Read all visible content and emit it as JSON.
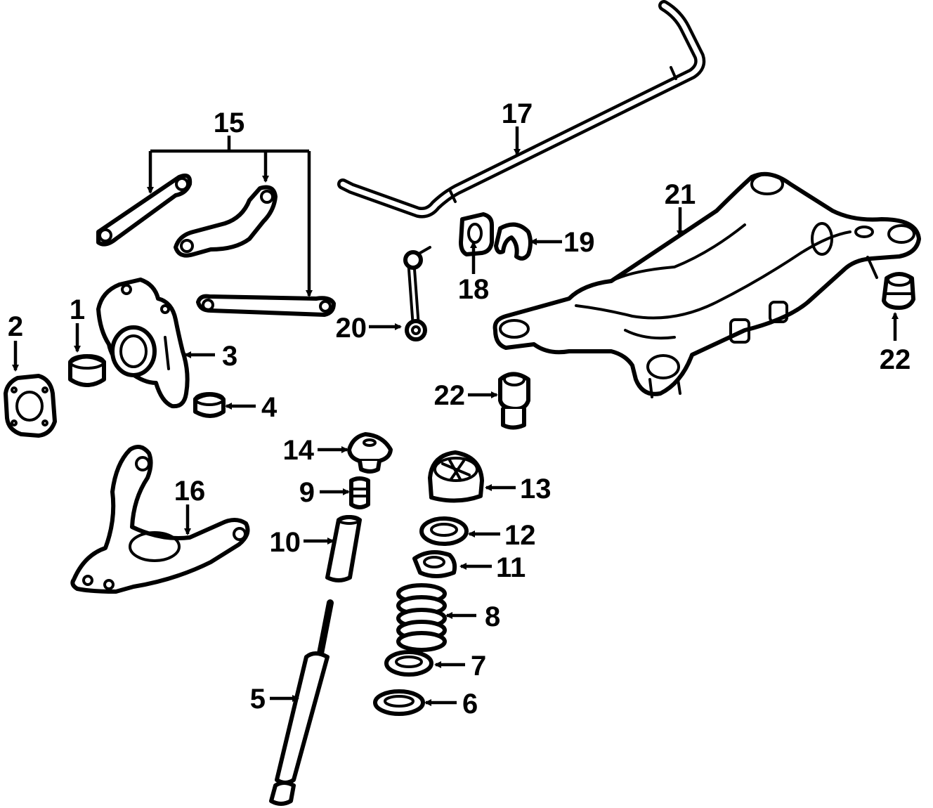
{
  "diagram": {
    "callouts": {
      "c1": "1",
      "c2": "2",
      "c3": "3",
      "c4": "4",
      "c5": "5",
      "c6": "6",
      "c7": "7",
      "c8": "8",
      "c9": "9",
      "c10": "10",
      "c11": "11",
      "c12": "12",
      "c13": "13",
      "c14": "14",
      "c15": "15",
      "c16": "16",
      "c17": "17",
      "c18": "18",
      "c19": "19",
      "c20": "20",
      "c21": "21",
      "c22a": "22",
      "c22b": "22"
    }
  }
}
